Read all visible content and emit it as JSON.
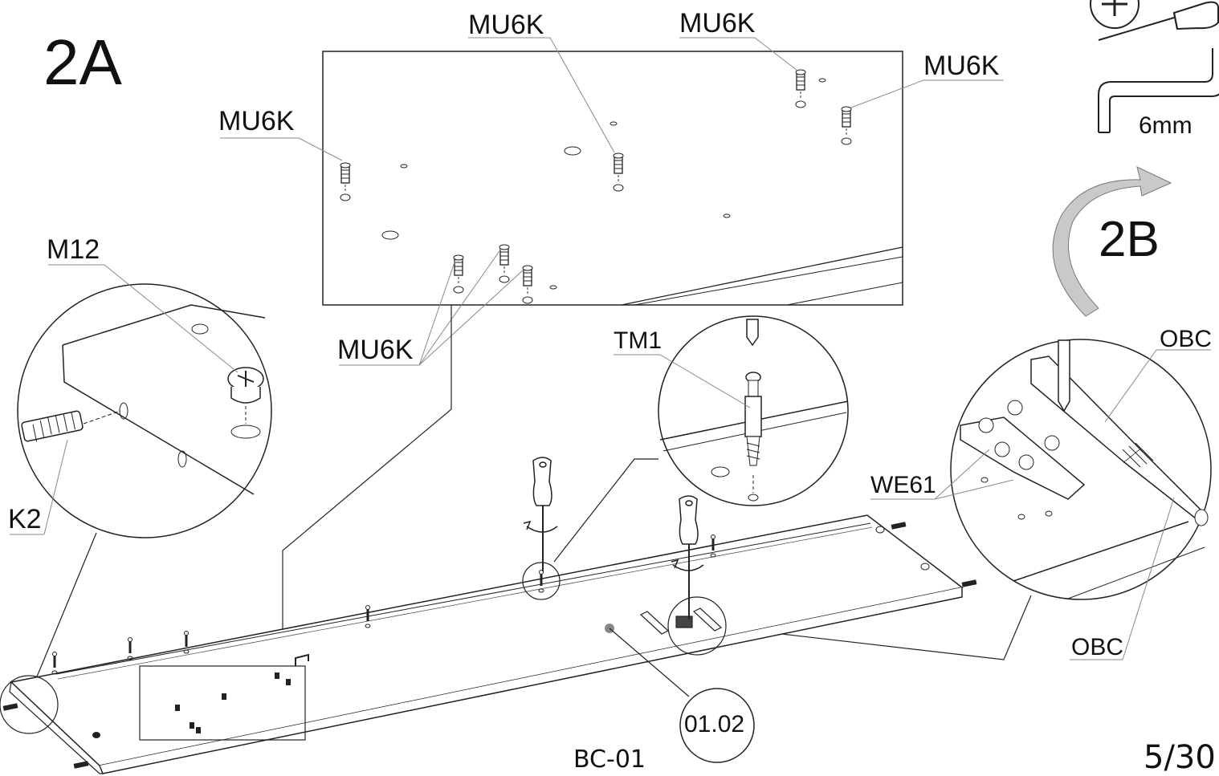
{
  "steps": {
    "current": "2A",
    "next": "2B"
  },
  "parts": {
    "mu6k": "MU6K",
    "m12": "M12",
    "k2": "K2",
    "tm1": "TM1",
    "we61": "WE61",
    "obc": "OBC",
    "ref": "01.02"
  },
  "tools": {
    "allen_key_size": "6mm"
  },
  "footer": {
    "model_code": "BC-01",
    "page": "5/30"
  },
  "icons": [
    "phillips-screwdriver-icon",
    "allen-key-icon",
    "rotate-arrow-icon",
    "cam-lock-icon",
    "dowel-icon",
    "screw-insert-icon"
  ]
}
